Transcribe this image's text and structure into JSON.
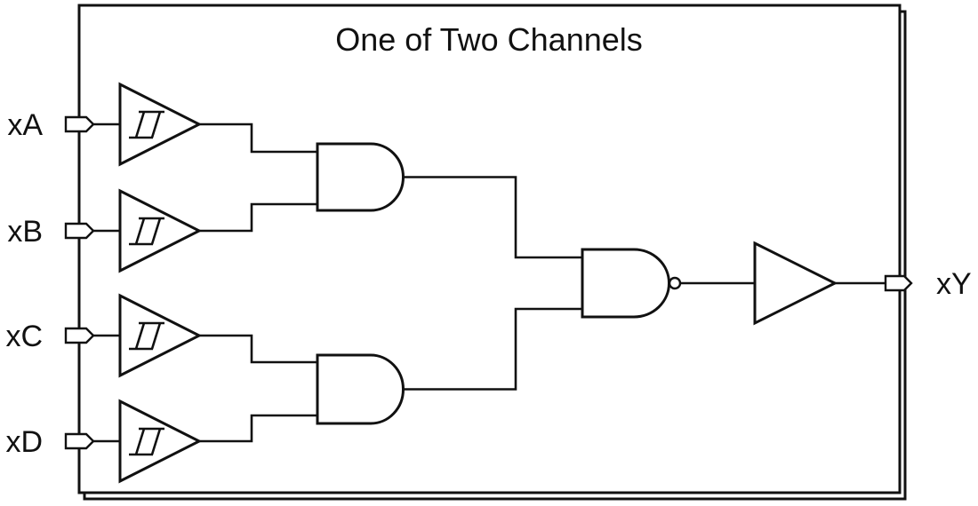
{
  "diagram": {
    "title": "One of Two Channels",
    "inputs": [
      {
        "label": "xA",
        "buffer": "schmitt-trigger-buffer"
      },
      {
        "label": "xB",
        "buffer": "schmitt-trigger-buffer"
      },
      {
        "label": "xC",
        "buffer": "schmitt-trigger-buffer"
      },
      {
        "label": "xD",
        "buffer": "schmitt-trigger-buffer"
      }
    ],
    "gates": [
      {
        "type": "and",
        "name": "and-gate-top",
        "inputs": [
          "xA",
          "xB"
        ]
      },
      {
        "type": "and",
        "name": "and-gate-bottom",
        "inputs": [
          "xC",
          "xD"
        ]
      },
      {
        "type": "nand",
        "name": "nand-gate",
        "inputs": [
          "and-gate-top",
          "and-gate-bottom"
        ]
      },
      {
        "type": "buffer",
        "name": "output-buffer",
        "inputs": [
          "nand-gate"
        ]
      }
    ],
    "output": {
      "label": "xY"
    },
    "channels_depicted": 2
  },
  "colors": {
    "line": "#111111",
    "background": "#ffffff"
  }
}
